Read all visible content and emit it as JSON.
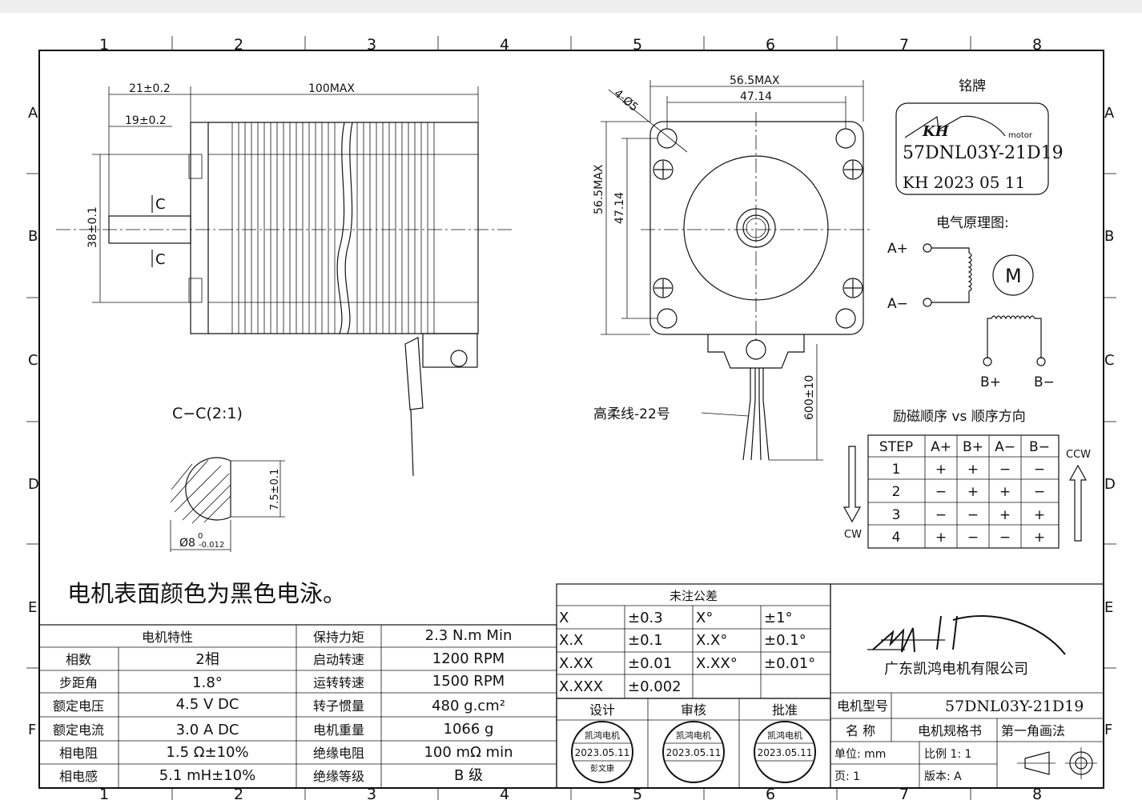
{
  "border": {
    "col_numbers": [
      "1",
      "2",
      "3",
      "4",
      "5",
      "6",
      "7",
      "8"
    ],
    "row_letters": [
      "A",
      "B",
      "C",
      "D",
      "E",
      "F"
    ]
  },
  "side_view": {
    "dim_flange": "21±0.2",
    "dim_shaft": "19±0.2",
    "dim_length": "100MAX",
    "dim_height": "38±0.1",
    "section_mark_top": "C",
    "section_mark_bottom": "C"
  },
  "section": {
    "title": "C−C(2:1)",
    "dim_flat": "7.5±0.1",
    "dim_diameter": "Ø8",
    "dim_diameter_upper": "0",
    "dim_diameter_lower": "-0.012"
  },
  "front_view": {
    "dim_outer": "56.5MAX",
    "dim_holes": "47.14",
    "dim_outer_v": "56.5MAX",
    "dim_holes_v": "47.14",
    "dim_hole_spec": "4-Ø5",
    "wire_label": "高柔线-22号",
    "dim_wire": "600±10"
  },
  "nameplate": {
    "title": "铭牌",
    "logo_text": "KH",
    "logo_sub": "motor",
    "model": "57DNL03Y-21D19",
    "date": "KH  2023  05  11"
  },
  "schematic": {
    "title": "电气原理图:",
    "a_plus": "A+",
    "a_minus": "A−",
    "b_plus": "B+",
    "b_minus": "B−",
    "motor_symbol": "M"
  },
  "step_table": {
    "title": "励磁顺序  vs  顺序方向",
    "headers": [
      "STEP",
      "A+",
      "B+",
      "A−",
      "B−"
    ],
    "rows": [
      [
        "1",
        "+",
        "+",
        "−",
        "−"
      ],
      [
        "2",
        "−",
        "+",
        "+",
        "−"
      ],
      [
        "3",
        "−",
        "−",
        "+",
        "+"
      ],
      [
        "4",
        "+",
        "−",
        "−",
        "+"
      ]
    ],
    "ccw": "CCW",
    "cw": "CW"
  },
  "note": "电机表面颜色为黑色电泳。",
  "specs": {
    "header": "电机特性",
    "left": [
      {
        "label": "相数",
        "value": "2相"
      },
      {
        "label": "步距角",
        "value": "1.8°"
      },
      {
        "label": "额定电压",
        "value": "4.5  V  DC"
      },
      {
        "label": "额定电流",
        "value": "3.0  A  DC"
      },
      {
        "label": "相电阻",
        "value": "1.5  Ω±10%"
      },
      {
        "label": "相电感",
        "value": "5.1  mH±10%"
      }
    ],
    "right": [
      {
        "label": "保持力矩",
        "value": "2.3  N.m  Min"
      },
      {
        "label": "启动转速",
        "value": "1200  RPM"
      },
      {
        "label": "运转转速",
        "value": "1500  RPM"
      },
      {
        "label": "转子惯量",
        "value": "480  g.cm²"
      },
      {
        "label": "电机重量",
        "value": "1066  g"
      },
      {
        "label": "绝缘电阻",
        "value": "100  mΩ  min"
      },
      {
        "label": "绝缘等级",
        "value": "B  级"
      }
    ]
  },
  "tolerance": {
    "title": "未注公差",
    "rows": [
      [
        "X",
        "±0.3",
        "X°",
        "±1°"
      ],
      [
        "X.X",
        "±0.1",
        "X.X°",
        "±0.1°"
      ],
      [
        "X.XX",
        "±0.01",
        "X.XX°",
        "±0.01°"
      ],
      [
        "X.XXX",
        "±0.002",
        "",
        ""
      ]
    ]
  },
  "approval": {
    "headers": [
      "设计",
      "审核",
      "批准"
    ],
    "stamp_company": "凯鸿电机",
    "stamp_date": "2023.05.11",
    "stamp_signer": "彭文康"
  },
  "title_block": {
    "company": "广东凯鸿电机有限公司",
    "model_label": "电机型号",
    "model_value": "57DNL03Y-21D19",
    "name_label": "名 称",
    "name_value": "电机规格书",
    "projection": "第一角画法",
    "unit": "单位: mm",
    "scale": "比例 1: 1",
    "page": "页: 1",
    "version": "版本: A"
  }
}
